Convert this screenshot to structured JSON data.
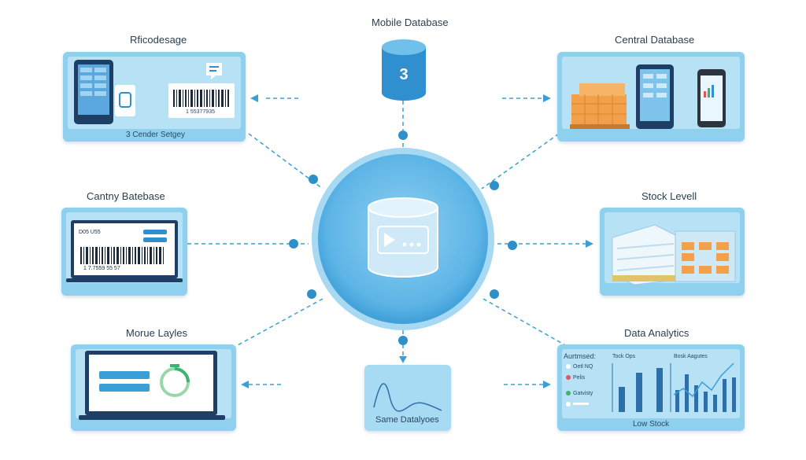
{
  "hub": {
    "icon": "database-icon"
  },
  "nodes": {
    "top_left": {
      "title": "Rficodesage",
      "caption": "3 Cender Setgey",
      "barcode_number": "1 55377935"
    },
    "top_center": {
      "title": "Mobile Database",
      "cylinder_number": "3"
    },
    "top_right": {
      "title": "Central Database"
    },
    "middle_left": {
      "title": "Cantny Batebase",
      "screen_text": "D05 U55",
      "barcode_number": "1 7.7559 55 57"
    },
    "middle_right": {
      "title": "Stock Levell"
    },
    "bottom_left": {
      "title": "Morue Layles"
    },
    "bottom_center": {
      "title": "Same Datalyoes"
    },
    "bottom_right": {
      "title": "Data Analytics",
      "caption": "Low Stock",
      "panel_title": "Aurtmsed:",
      "legend": [
        "Oetl NQ",
        "Pelis",
        "Gatvisty"
      ],
      "chart_left_title": "Tock Ops",
      "chart_right_title": "Bosk Aagutes"
    }
  },
  "colors": {
    "card": "#8fd0ef",
    "card_inner": "#b7e2f6",
    "hub": "#6cbde9",
    "connector": "#3a9fd6",
    "dot": "#2e8fc9"
  }
}
